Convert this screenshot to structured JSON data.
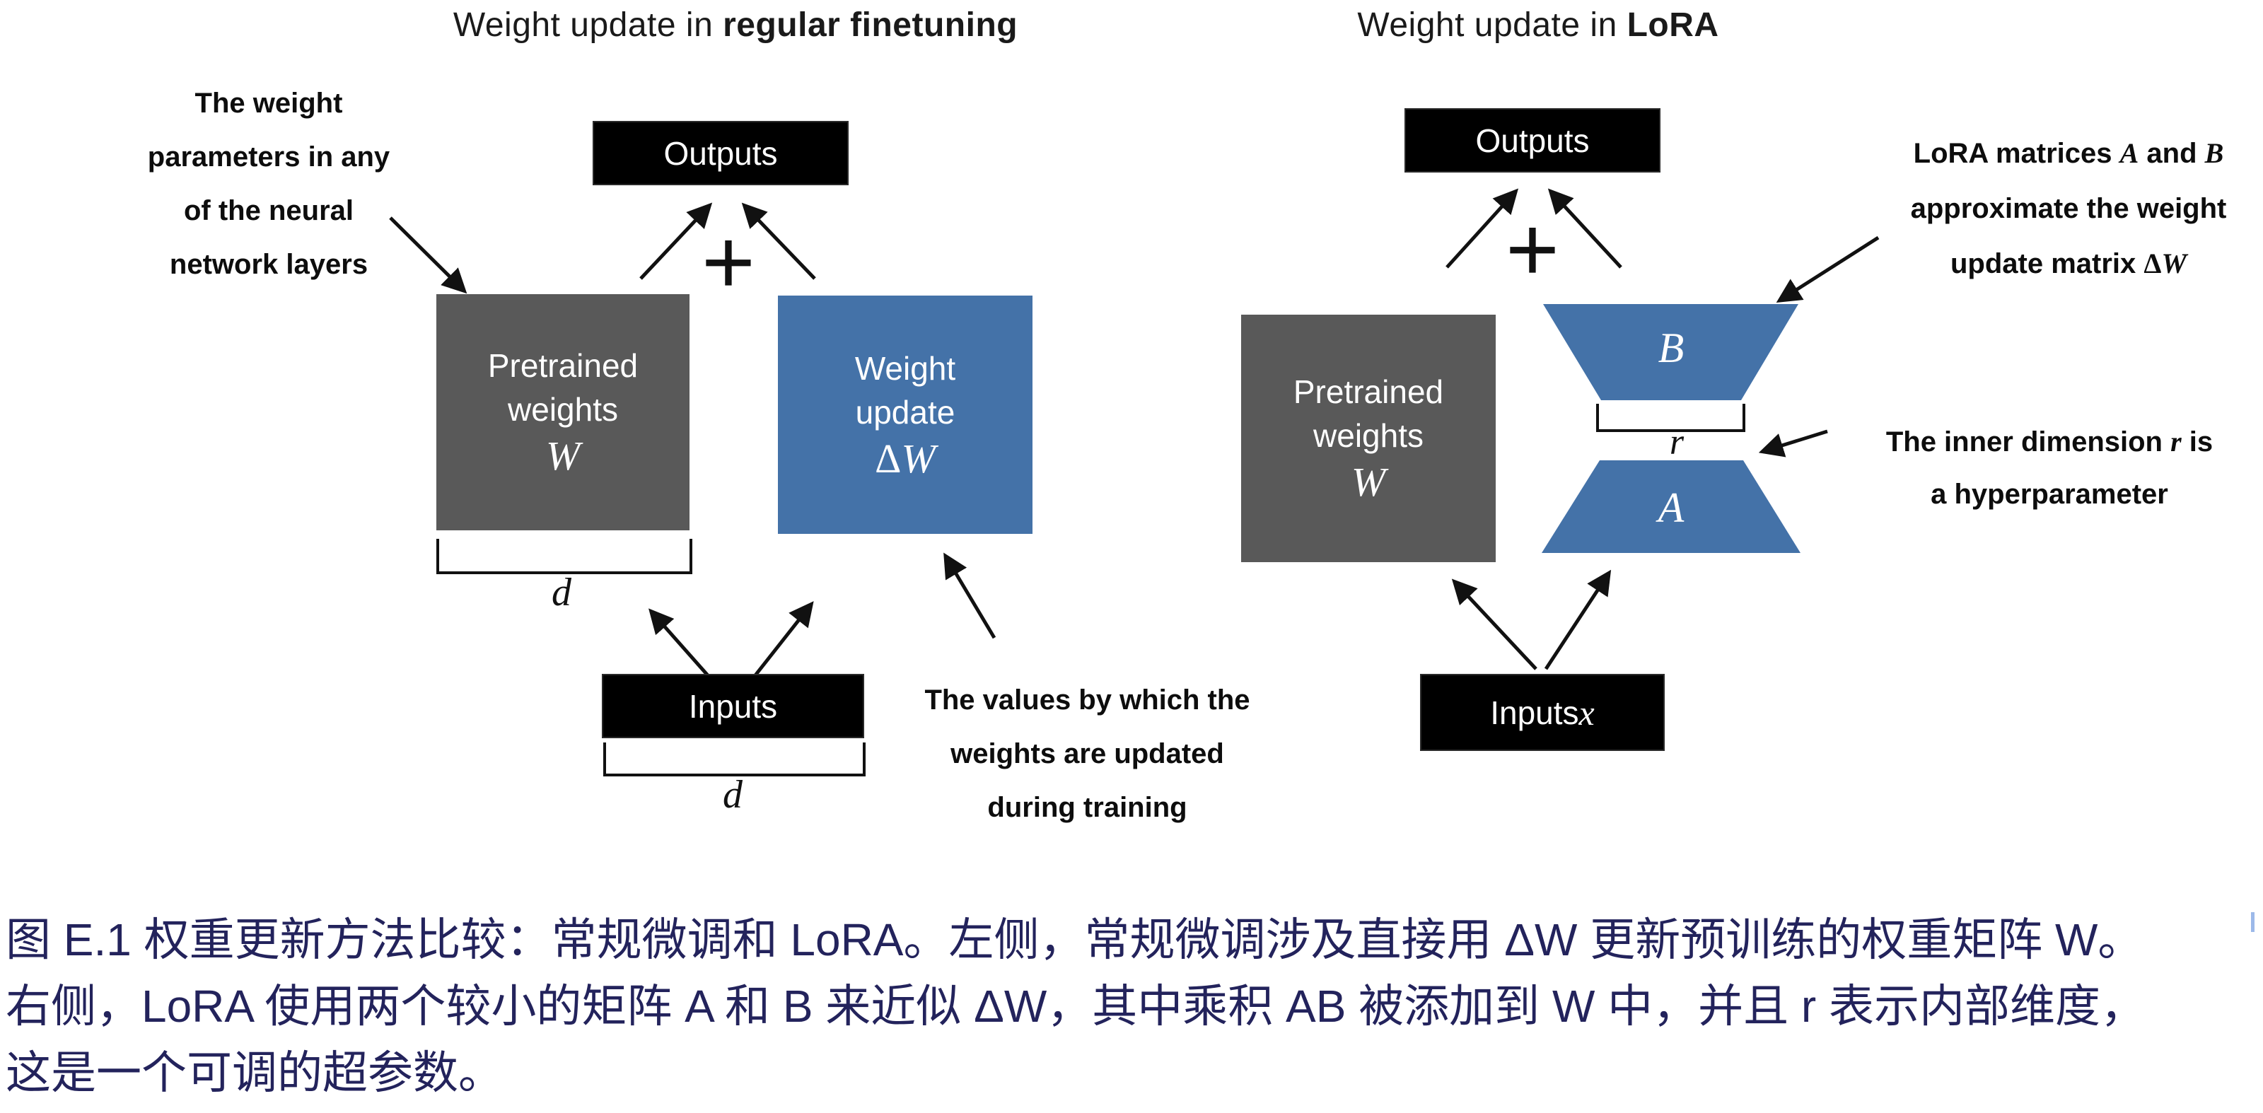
{
  "figure": {
    "left": {
      "title": {
        "prefix": "Weight update in ",
        "emphasis": "regular finetuning"
      },
      "weight_annotation": {
        "lines": [
          "The weight",
          "parameters in any",
          "of the neural",
          "network layers"
        ]
      },
      "outputs_label": "Outputs",
      "plus_sign": "+",
      "pretrained_box": {
        "line1": "Pretrained",
        "line2": "weights",
        "symbol": "W"
      },
      "update_box": {
        "line1": "Weight",
        "line2": "update",
        "symbol_delta": "Δ",
        "symbol_w": "W"
      },
      "width_label": "d",
      "inputs_label": "Inputs",
      "inputs_width_label": "d",
      "values_annotation": {
        "lines": [
          "The values by which the",
          "weights are updated",
          "during training"
        ]
      }
    },
    "right": {
      "title": {
        "prefix": "Weight update in ",
        "emphasis": "LoRA"
      },
      "outputs_label": "Outputs",
      "plus_sign": "+",
      "pretrained_box": {
        "line1": "Pretrained",
        "line2": "weights",
        "symbol": "W"
      },
      "matrix_b_label": "B",
      "matrix_a_label": "A",
      "rank_label": "r",
      "inputs_label": "Inputs ",
      "inputs_symbol": "x",
      "lora_annotation": {
        "line1_prefix": "LoRA matrices ",
        "line1_a": "A",
        "line1_mid": " and ",
        "line1_b": "B",
        "line2": "approximate the weight",
        "line3_prefix": "update matrix ",
        "line3_delta": "Δ",
        "line3_w": "W"
      },
      "inner_annotation": {
        "line1_prefix": "The inner dimension ",
        "line1_r": "r",
        "line1_suffix": " is",
        "line2": "a hyperparameter"
      }
    },
    "caption": {
      "lines": [
        "图 E.1 权重更新方法比较：常规微调和 LoRA。左侧，常规微调涉及直接用 ΔW 更新预训练的权重矩阵 W。",
        "右侧，LoRA 使用两个较小的矩阵 A 和 B 来近似 ΔW，其中乘积 AB 被添加到 W 中，并且 r 表示内部维度，",
        "这是一个可调的超参数。"
      ]
    },
    "colors": {
      "matrix_blue": "#4472a8",
      "matrix_gray": "#595959",
      "io_black": "#000000",
      "caption_navy": "#23235c",
      "cursor_blue": "#9cb9e9"
    }
  }
}
